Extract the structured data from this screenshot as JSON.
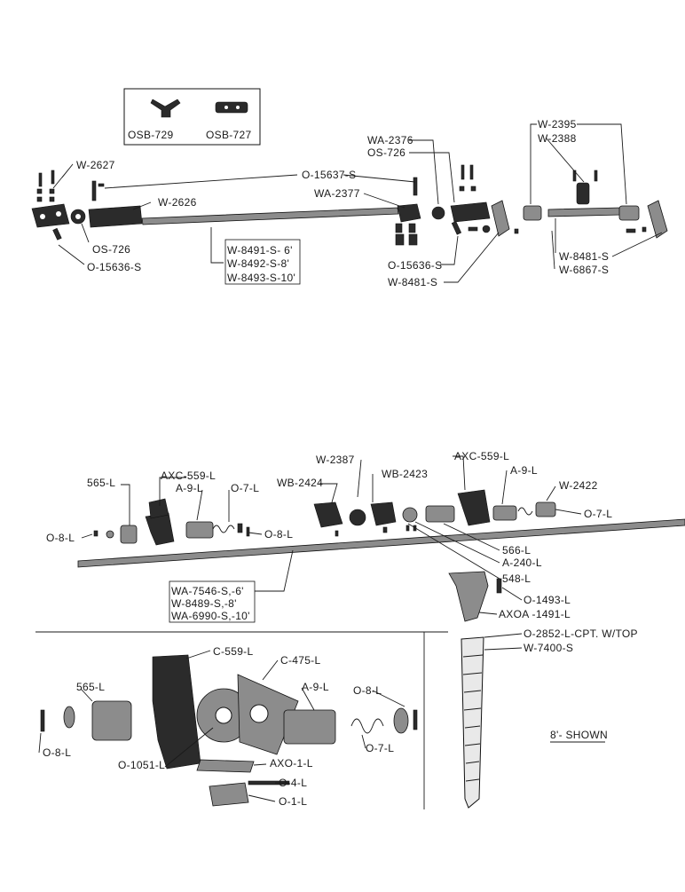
{
  "inset_labels": [
    "OSB-729",
    "OSB-727"
  ],
  "top_labels": {
    "w2627": "W-2627",
    "o15637s": "O-15637-S",
    "w2626": "W-2626",
    "os726a": "OS-726",
    "o15636sa": "O-15636-S",
    "w8491": "W-8491-S- 6'",
    "w8492": "W-8492-S-8'",
    "w8493": "W-8493-S-10'",
    "wa2376": "WA-2376",
    "os726b": "OS-726",
    "wa2377": "WA-2377",
    "o15636sb": "O-15636-S",
    "w8481sa": "W-8481-S",
    "w2395": "W-2395",
    "w2388": "W-2388",
    "w8481sb": "W-8481-S",
    "w6867s": "W-6867-S"
  },
  "mid_labels": {
    "w2387": "W-2387",
    "axc559l_a": "AXC-559-L",
    "axc559l_b": "AXC-559-L",
    "l565": "565-L",
    "wb2424": "WB-2424",
    "wb2423": "WB-2423",
    "a9l_a": "A-9-L",
    "a9l_b": "A-9-L",
    "w2422": "W-2422",
    "o7l_a": "O-7-L",
    "o7l_b": "O-7-L",
    "o8l_a": "O-8-L",
    "o8l_b": "O-8-L",
    "l566": "566-L",
    "a240l": "A-240-L",
    "l548": "548-L",
    "o1493l": "O-1493-L",
    "axoa1491l": "AXOA -1491-L",
    "wa7546": "WA-7546-S,-6'",
    "w8489": "W-8489-S,-8'",
    "wa6990": "WA-6990-S,-10'",
    "o2852": "O-2852-L-CPT.  W/TOP",
    "w7400s": "W-7400-S"
  },
  "bottom_labels": {
    "c559l": "C-559-L",
    "c475l": "C-475-L",
    "l565": "565-L",
    "a9l": "A-9-L",
    "o8l_a": "O-8-L",
    "o8l_b": "O-8-L",
    "o7l": "O-7-L",
    "o1051l": "O-1051-L",
    "axo1l": "AXO-1-L",
    "o4l": "O-4-L",
    "o1l": "O-1-L",
    "shown": "8'- SHOWN"
  }
}
